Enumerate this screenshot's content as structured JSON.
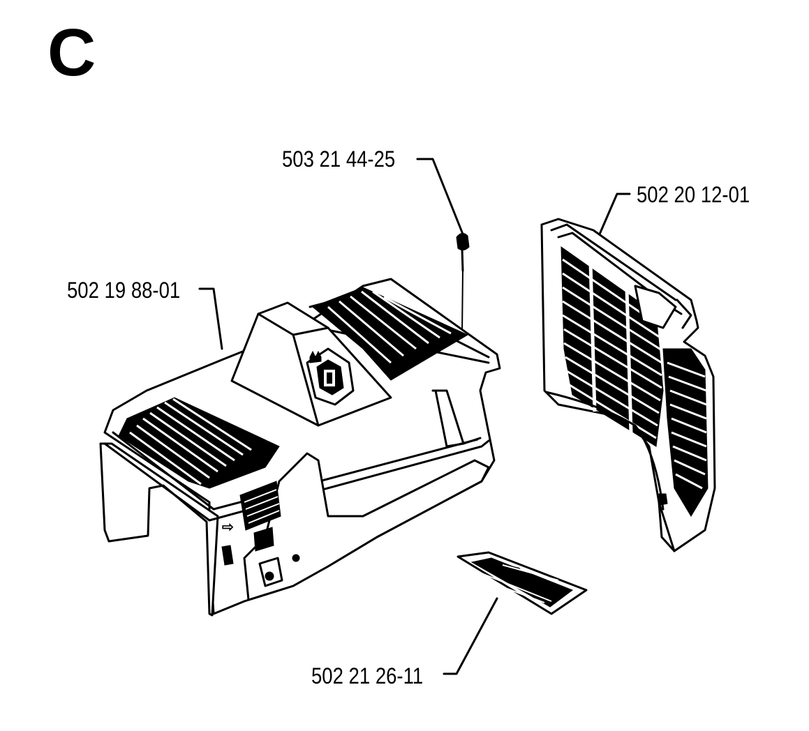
{
  "diagram": {
    "section_letter": "C",
    "callouts": {
      "screw": "503 21 44-25",
      "air_filter_grille": "502 20 12-01",
      "cylinder_cover": "502 19 88-01",
      "decal": "502 21 26-11"
    }
  },
  "colors": {
    "line": "#000000",
    "background": "#ffffff"
  }
}
